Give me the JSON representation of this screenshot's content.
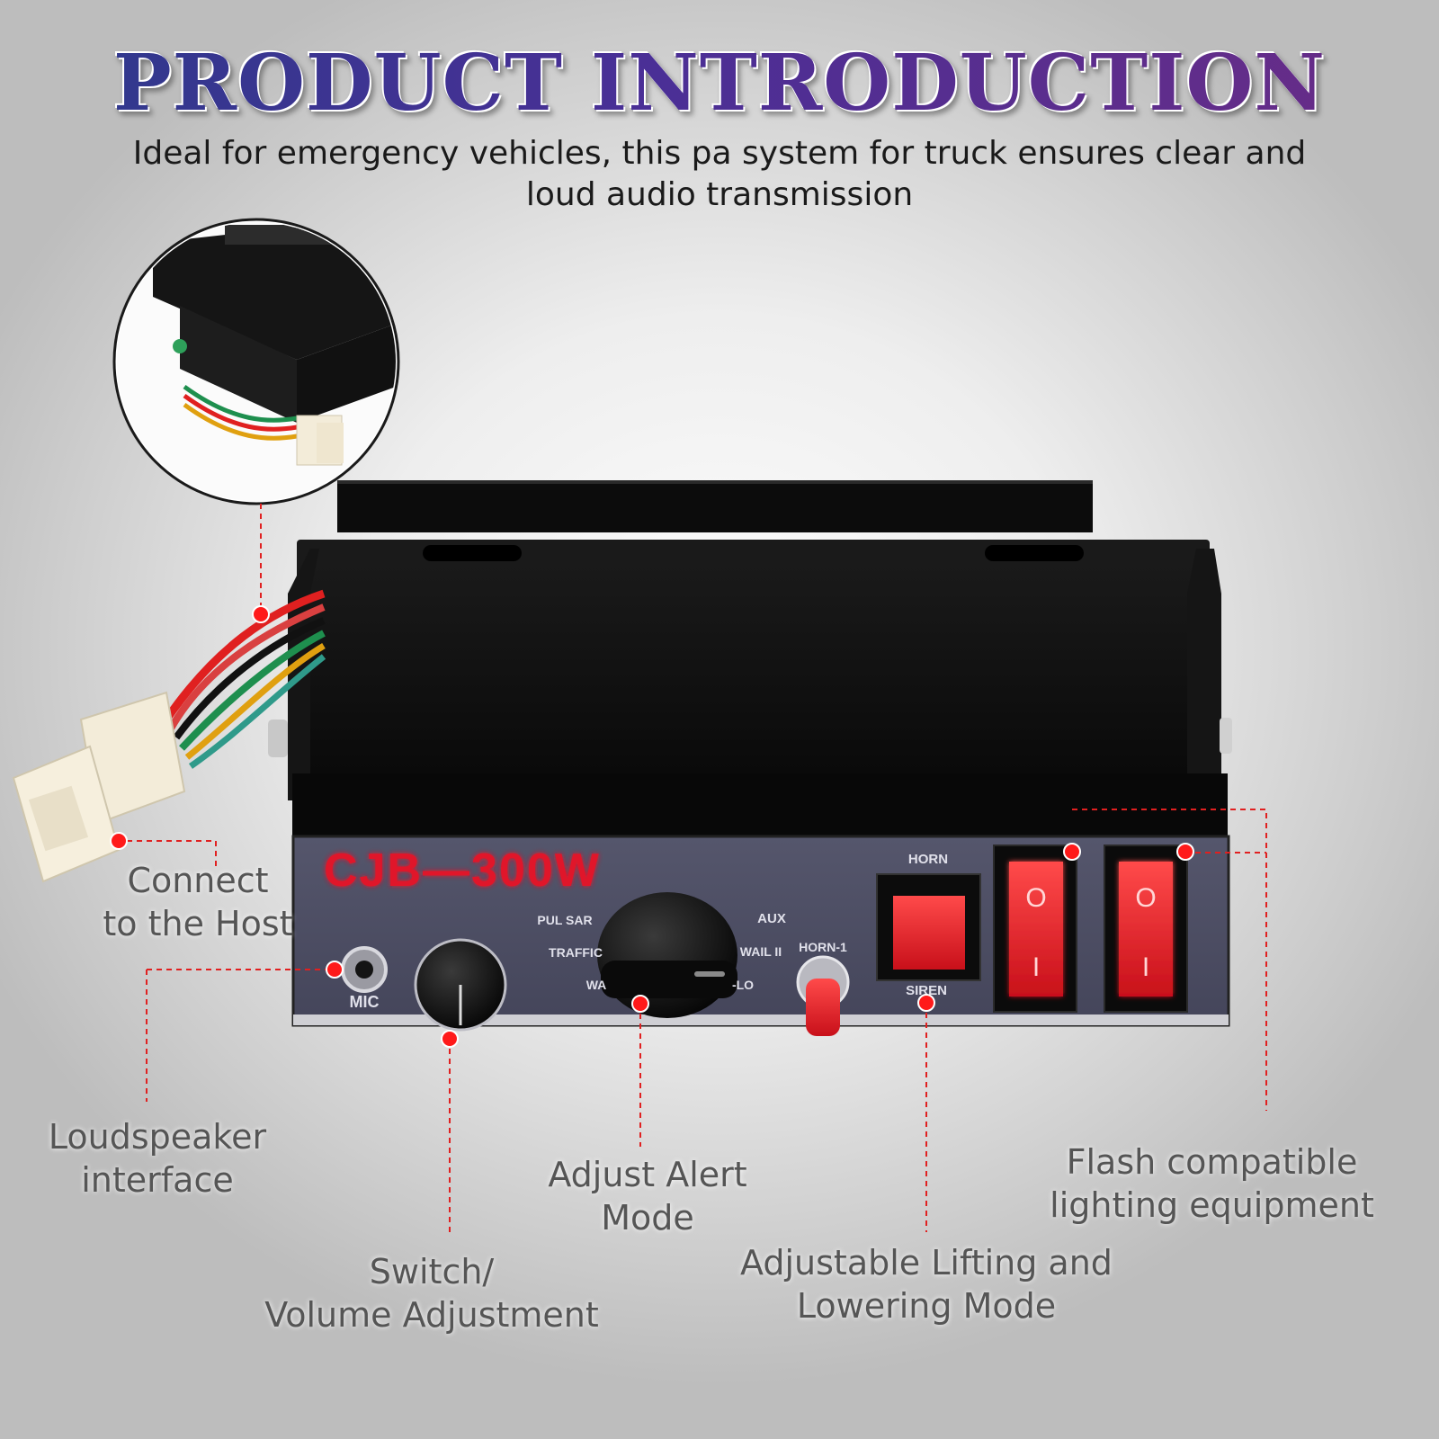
{
  "header": {
    "title": "PRODUCT INTRODUCTION",
    "subtitle": "Ideal for emergency vehicles, this pa system for truck ensures clear and loud audio transmission"
  },
  "device": {
    "model_label": "CJB—300W",
    "mic_label": "MIC",
    "horn_label": "HORN",
    "siren_label": "SIREN",
    "horn1_label": "HORN-1",
    "dial_labels": {
      "pul_sar": "PUL SAR",
      "aux": "AUX",
      "traffic": "TRAFFIC",
      "wail2": "WAIL II",
      "wa": "WA",
      "lo": "-LO"
    },
    "switch_on": "O",
    "switch_off": "I"
  },
  "callouts": {
    "connect_host": "Connect\nto the Host",
    "loudspeaker": "Loudspeaker\ninterface",
    "volume": "Switch/\nVolume Adjustment",
    "alert_mode": "Adjust Alert\nMode",
    "lifting": "Adjustable Lifting and\nLowering Mode",
    "flash": "Flash compatible\nlighting equipment"
  },
  "colors": {
    "title_gradient_start": "#2d3a8c",
    "title_gradient_end": "#6a2c86",
    "callout_dot": "#ff1a1a",
    "led_text": "#e0142a",
    "panel": "#4d4e62",
    "housing": "#0d0d0d"
  }
}
